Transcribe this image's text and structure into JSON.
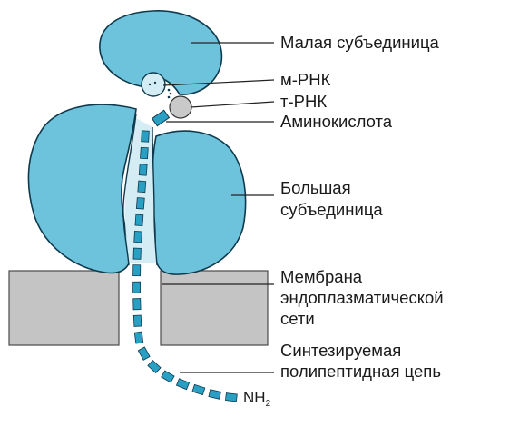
{
  "labels": {
    "small_subunit": "Малая субъединица",
    "mrna": "м-РНК",
    "trna": "т-РНК",
    "amino_acid": "Аминокислота",
    "large_subunit_line1": "Большая",
    "large_subunit_line2": "субъединица",
    "membrane_line1": "Мембрана",
    "membrane_line2": "эндоплазматической",
    "membrane_line3": "сети",
    "chain_line1": "Синтезируемая",
    "chain_line2": "полипептидная цепь",
    "terminus": "NH",
    "terminus_subscript": "2"
  },
  "colors": {
    "ribosome_fill": "#6ec3dc",
    "ribosome_outline": "#0f3a4d",
    "channel_fill": "#d4edf4",
    "bead_fill": "#2a9fc4",
    "trna_fill": "#c9c9c9",
    "membrane_fill": "#c4c4c4",
    "membrane_outline": "#4a4a4a"
  }
}
